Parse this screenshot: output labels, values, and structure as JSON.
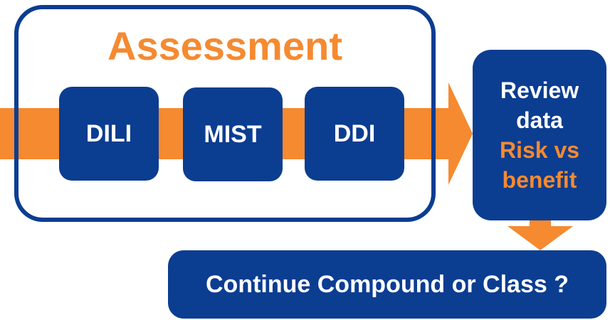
{
  "colors": {
    "primary_blue": "#0b3d91",
    "accent_orange": "#f58a30",
    "background": "#ffffff"
  },
  "assessment": {
    "title": "Assessment",
    "steps": [
      "DILI",
      "MIST",
      "DDI"
    ]
  },
  "review": {
    "line1": "Review",
    "line2": "data",
    "line3": "Risk vs",
    "line4": "benefit"
  },
  "decision": {
    "label": "Continue Compound or Class ?"
  }
}
